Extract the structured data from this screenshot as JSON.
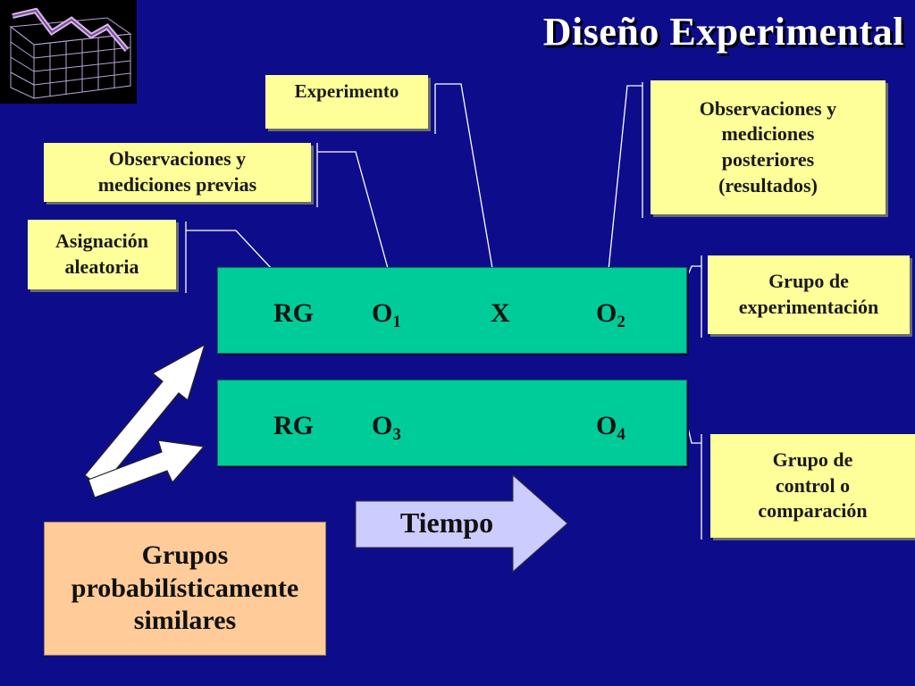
{
  "title": "Diseño Experimental",
  "labels": {
    "experimento": "Experimento",
    "previas": [
      "Observaciones y",
      "mediciones previas"
    ],
    "asignacion": [
      "Asignación",
      "aleatoria"
    ],
    "posteriores": [
      "Observaciones y",
      "mediciones",
      "posteriores",
      "(resultados)"
    ],
    "grupo_exp": [
      "Grupo de",
      "experimentación"
    ],
    "grupo_ctrl": [
      "Grupo de",
      "control o",
      "comparación"
    ]
  },
  "row1": {
    "rg": "RG",
    "o1": "O",
    "o1_sub": "1",
    "x": "X",
    "o2": "O",
    "o2_sub": "2"
  },
  "row2": {
    "rg": "RG",
    "o3": "O",
    "o3_sub": "3",
    "o4": "O",
    "o4_sub": "4"
  },
  "tiempo": "Tiempo",
  "grupos": [
    "Grupos",
    "probabilísticamente",
    "similares"
  ],
  "colors": {
    "background": "#0d0d8c",
    "note": "#ffff99",
    "bar": "#00cc99",
    "tiempo_arrow": "#ccccff",
    "grupos_box": "#ffcc99"
  }
}
